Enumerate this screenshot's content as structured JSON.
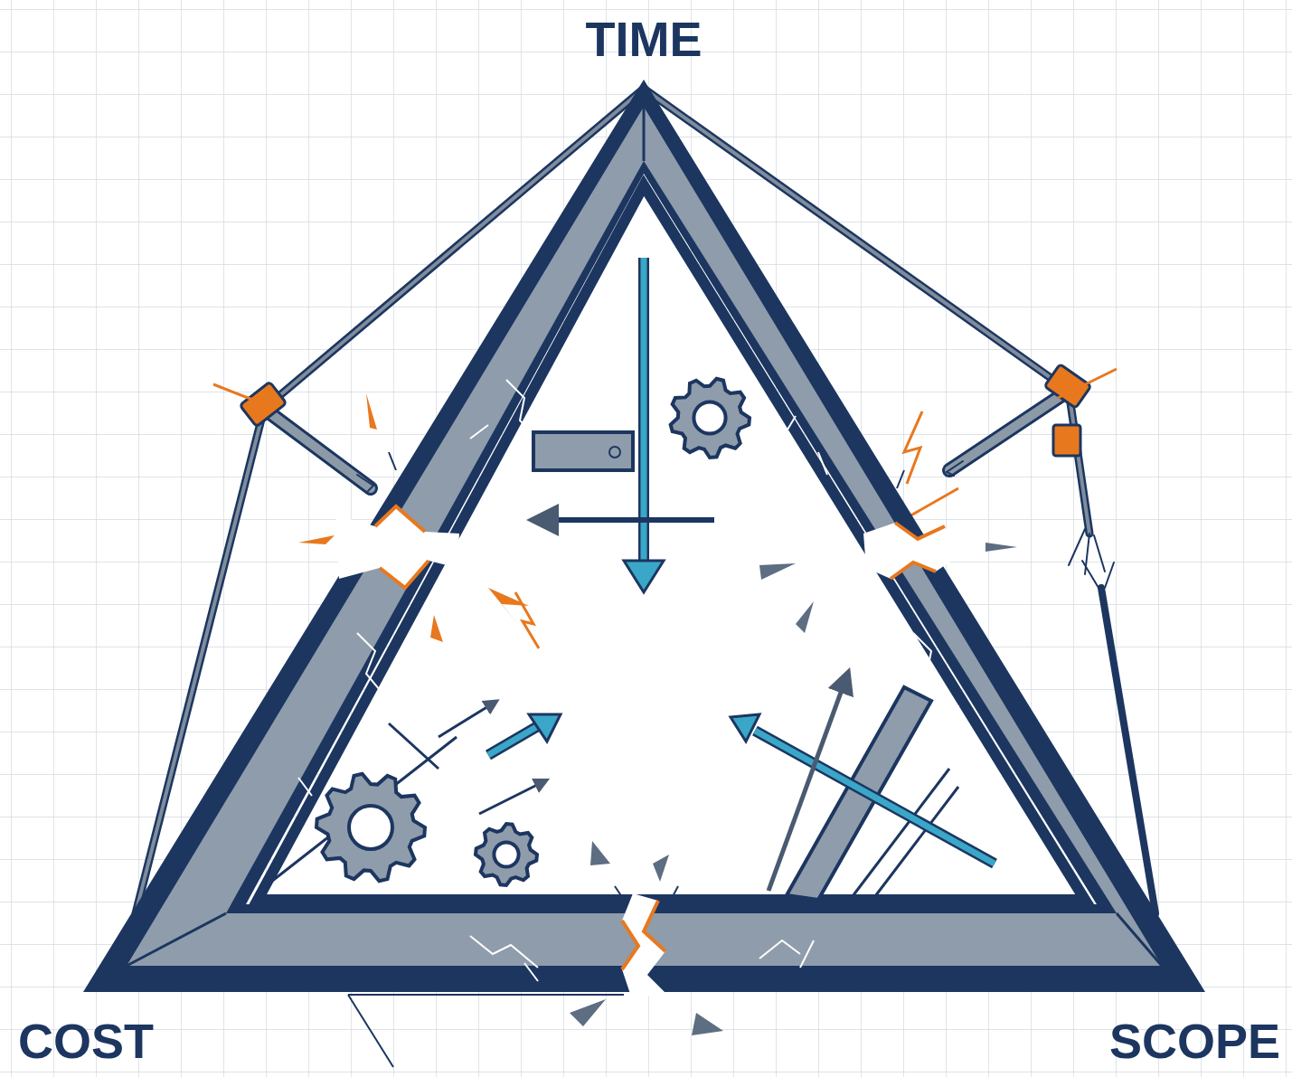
{
  "diagram": {
    "labels": [
      "TIME",
      "COST",
      "SCOPE"
    ]
  }
}
